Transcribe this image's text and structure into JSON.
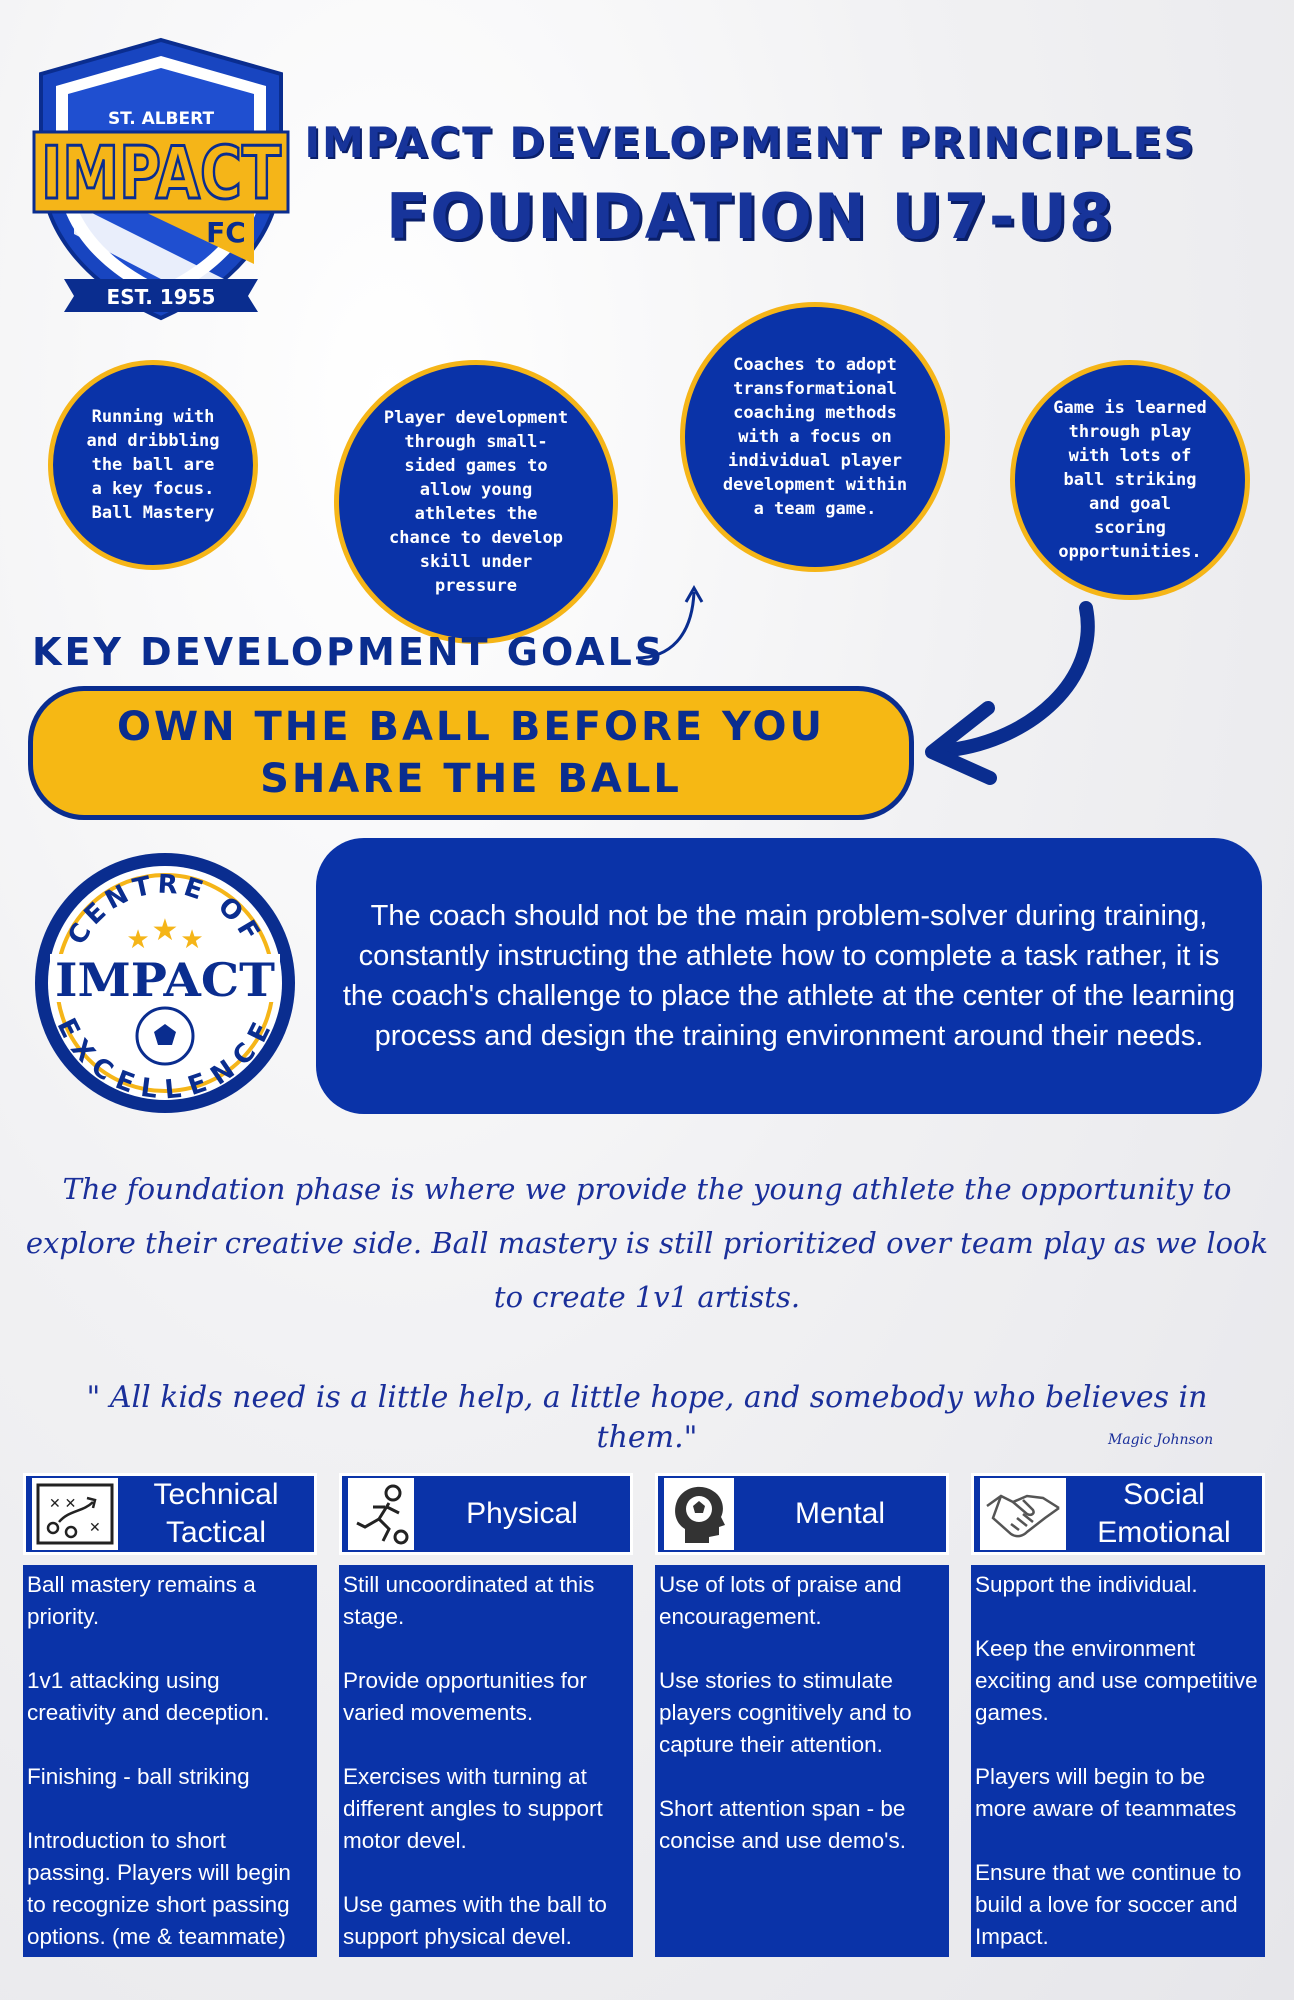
{
  "header": {
    "logo_top": "ST. ALBERT",
    "logo_main": "IMPACT",
    "logo_fc": "FC",
    "logo_est": "EST. 1955",
    "title": "IMPACT DEVELOPMENT PRINCIPLES",
    "subtitle": "FOUNDATION U7-U8"
  },
  "circles": [
    "Running with and dribbling the ball are a key focus. Ball Mastery",
    "Player development through small-sided games to allow young athletes the chance to develop skill under pressure",
    "Coaches to adopt transformational coaching methods with a focus on individual player development within a team game.",
    "Game is learned through play with lots of ball striking and goal scoring opportunities."
  ],
  "key_goals_label": "KEY DEVELOPMENT GOALS",
  "goal_banner": "OWN THE BALL BEFORE YOU SHARE THE BALL",
  "coe": {
    "top": "CENTRE OF",
    "middle": "IMPACT",
    "bottom": "EXCELLENCE"
  },
  "coach_text": "The coach should not be the main problem-solver during training, constantly instructing the athlete how to complete a task rather, it is the coach's challenge to place the athlete at the center of the learning process and design the training environment around their needs.",
  "phase_text": "The foundation phase is where we provide the young athlete the opportunity to explore their creative side. Ball mastery is still prioritized over team play as we look to create 1v1 artists.",
  "quote": "\" All kids need is a little help, a little hope, and somebody who believes in them.\"",
  "quote_author": "Magic Johnson",
  "columns": [
    {
      "icon": "tactics-board-icon",
      "title": "Technical Tactical",
      "items": [
        "Ball mastery remains a priority.",
        "1v1 attacking using creativity and deception.",
        "Finishing - ball striking",
        "Introduction to short passing. Players will begin to recognize short passing options. (me & teammate)"
      ]
    },
    {
      "icon": "running-player-icon",
      "title": "Physical",
      "items": [
        "Still uncoordinated at this stage.",
        "Provide opportunities for varied movements.",
        "Exercises with turning at different angles to support motor devel.",
        "Use games with the ball to support physical devel."
      ]
    },
    {
      "icon": "head-ball-icon",
      "title": "Mental",
      "items": [
        "Use of lots of praise and encouragement.",
        "Use stories to stimulate players cognitively and to capture their attention.",
        "Short attention span - be concise and use demo's."
      ]
    },
    {
      "icon": "handshake-icon",
      "title": "Social Emotional",
      "items": [
        "Support the individual.",
        "Keep the environment exciting and use competitive games.",
        "Players will begin to be more aware of teammates",
        "Ensure that we continue to build a love for soccer and Impact."
      ]
    }
  ]
}
